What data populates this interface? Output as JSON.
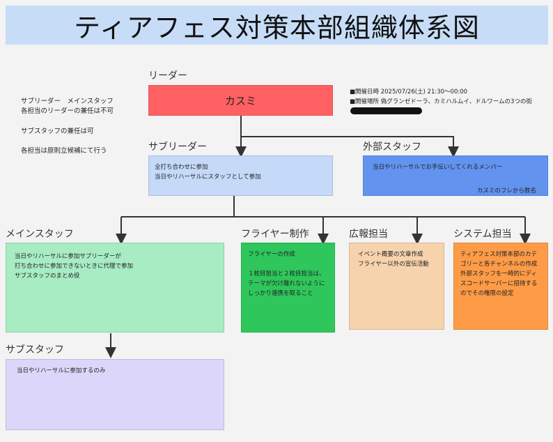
{
  "title": "ティアフェス対策本部組織体系図",
  "notes": {
    "line1": "サブリーダー　メインスタッフ",
    "line2": "各担当のリーダーの兼任は不可",
    "line3": "サブスタッフの兼任は可",
    "line4": "各担当は原則立候補にて行う"
  },
  "event_info": {
    "datetime": "■開催日時 2025/07/26(土) 21:30〜00:00",
    "place": "■開催場所 偽グランゼドーラ、カミハルムイ、ドルワームの3つの街"
  },
  "leader": {
    "label": "リーダー",
    "name": "カスミ"
  },
  "subleader": {
    "label": "サブリーダー",
    "desc": "全打ち合わせに参加\n当日やリハーサルにスタッフとして参加"
  },
  "external": {
    "label": "外部スタッフ",
    "desc": "当日やリハーサルでお手伝いしてくれるメンバー",
    "note": "カスミのフレから数名"
  },
  "main_staff": {
    "label": "メインスタッフ",
    "desc": "当日やリハーサルに参加サブリーダーが\n打ち合わせに参加できないときに代理で参加\nサブスタッフのまとめ役"
  },
  "flyer": {
    "label": "フライヤー制作",
    "desc": "フライヤーの作成\n\n１枚目担当と２枚目担当は、\nテーマが欠け離れないように\nしっかり連携を取ること"
  },
  "pr": {
    "label": "広報担当",
    "desc": "イベント概要の文章作成\nフライヤー以外の宣伝活動"
  },
  "system": {
    "label": "システム担当",
    "desc": "ティアフェス対策本部のカテゴリーと各チャンネルの作成\n外部スタッフを一時的にディスコードサーバーに招待するのでその権限の設定"
  },
  "sub_staff": {
    "label": "サブスタッフ",
    "desc": "当日やリハーサルに参加するのみ"
  },
  "colors": {
    "title_bg": "#c7dcf7",
    "leader": "#ff6163",
    "subleader": "#c5d9f8",
    "external": "#6193ef",
    "main_staff": "#a7ecc3",
    "flyer": "#2fc65c",
    "pr": "#f6d2ad",
    "system": "#fd9b47",
    "sub_staff": "#dcd6fa",
    "redaction": "#111111"
  }
}
